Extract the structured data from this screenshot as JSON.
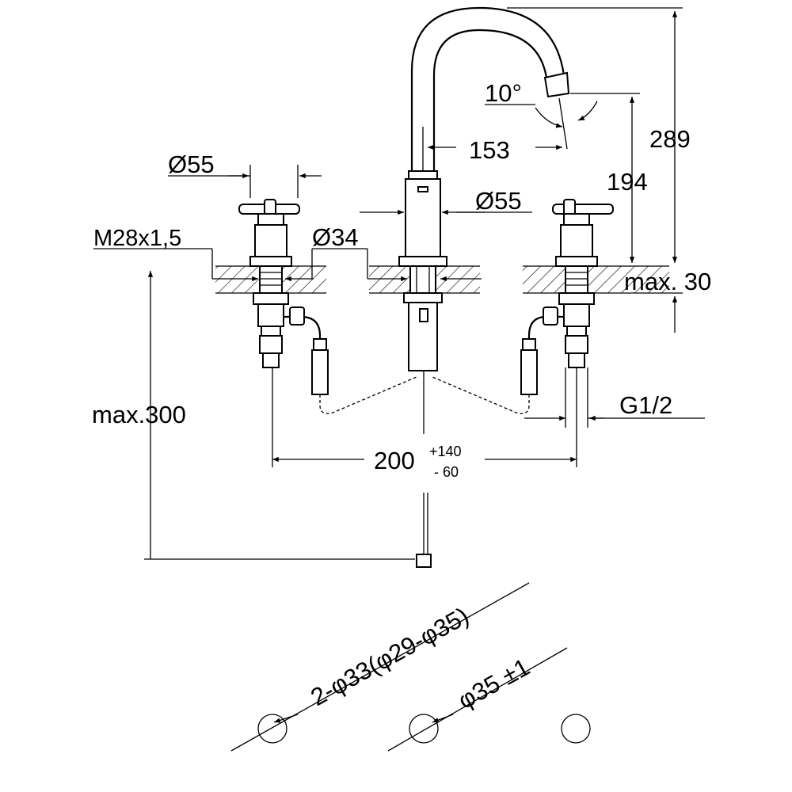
{
  "labels": {
    "angle": "10°",
    "spout_reach": "153",
    "total_height": "289",
    "spout_height": "194",
    "handle_diameter": "Ø55",
    "spout_base_diameter": "Ø55",
    "thread": "M28x1,5",
    "hole_size": "Ø34",
    "deck_thickness": "max. 30",
    "below_deck": "max.300",
    "connection": "G1/2",
    "spread": "200",
    "spread_plus": "+140",
    "spread_minus": "- 60",
    "side_holes": "2-φ33(φ29-φ35)",
    "center_hole": "φ35 ±1"
  }
}
